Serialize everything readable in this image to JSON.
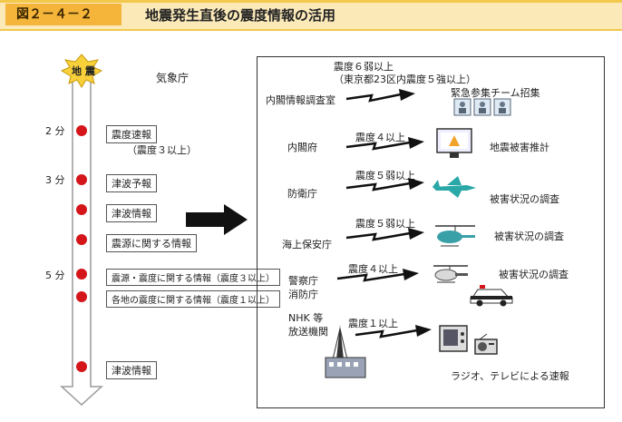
{
  "header": {
    "figure_number": "図２－４－２",
    "title": "地震発生直後の震度情報の活用"
  },
  "timeline": {
    "quake_label": "地 震",
    "agency": "気象庁",
    "times": [
      "2 分",
      "3 分",
      "5 分"
    ],
    "items": [
      {
        "label": "震度速報",
        "sub": "（震度３以上）"
      },
      {
        "label": "津波予報"
      },
      {
        "label": "津波情報"
      },
      {
        "label": "震源に関する情報"
      },
      {
        "label": "震源・震度に関する情報（震度３以上）"
      },
      {
        "label": "各地の震度に関する情報（震度１以上）"
      },
      {
        "label": "津波情報"
      }
    ]
  },
  "recipients": [
    {
      "name": "内閣情報調査室",
      "threshold": "震度６弱以上\n（東京都23区内震度５強以上）",
      "action": "緊急参集チーム招集"
    },
    {
      "name": "内閣府",
      "threshold": "震度４以上",
      "action": "地震被害推計"
    },
    {
      "name": "防衛庁",
      "threshold": "震度５弱以上",
      "action": "被害状況の調査"
    },
    {
      "name": "海上保安庁",
      "threshold": "震度５弱以上",
      "action": "被害状況の調査"
    },
    {
      "name": "警察庁\n消防庁",
      "threshold": "震度４以上",
      "action": "被害状況の調査"
    },
    {
      "name": "NHK 等\n放送機関",
      "threshold": "震度１以上",
      "action": "ラジオ、テレビによる速報"
    }
  ],
  "colors": {
    "header_bg": "#fbe9b8",
    "label_bg": "#f4b53a",
    "dot": "#d4161b",
    "plane": "#2aa7a7",
    "heli": "#3aa0a8"
  }
}
